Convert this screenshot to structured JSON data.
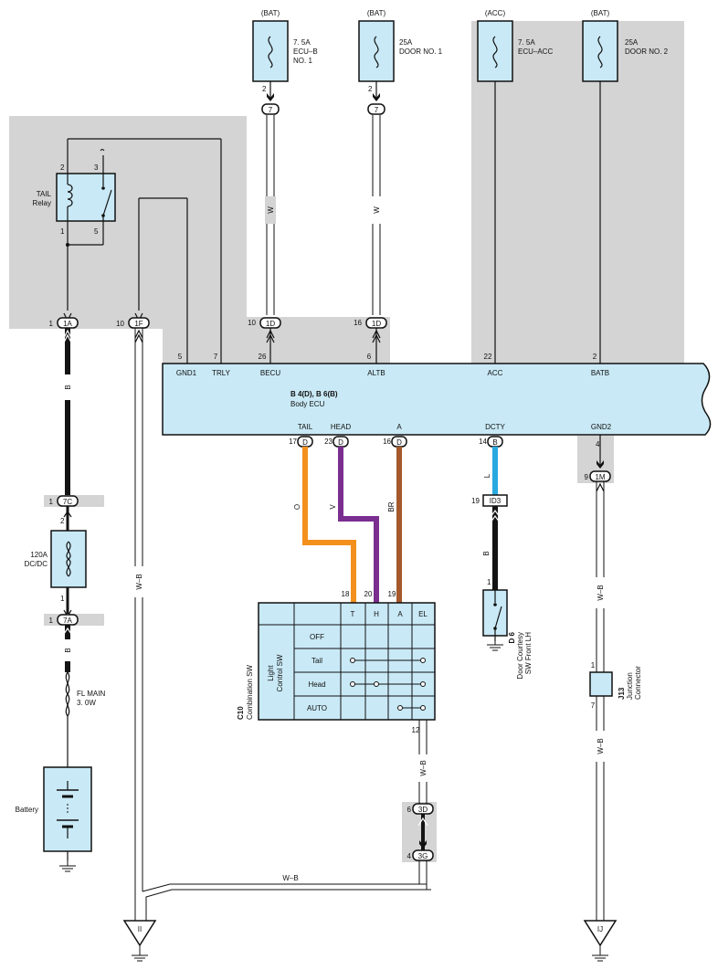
{
  "colors": {
    "shade": "#d4d4d4",
    "part_fill": "#c9e9f6",
    "wire_orange": "#f3901d",
    "wire_violet": "#7a2e8f",
    "wire_brown": "#a4582c",
    "wire_blue": "#29a9e0",
    "wire_black": "#141414"
  },
  "fuses": [
    {
      "source": "(BAT)",
      "rating": "7. 5A",
      "name1": "ECU–B",
      "name2": "NO. 1",
      "pin": "2",
      "connector": "7"
    },
    {
      "source": "(BAT)",
      "rating": "25A",
      "name1": "DOOR NO. 1",
      "name2": "",
      "pin": "2",
      "connector": "7"
    },
    {
      "source": "(ACC)",
      "rating": "7. 5A",
      "name1": "ECU–ACC",
      "name2": ""
    },
    {
      "source": "(BAT)",
      "rating": "25A",
      "name1": "DOOR NO. 2",
      "name2": ""
    }
  ],
  "wire_colors": {
    "fuse1": "W",
    "fuse2": "W",
    "battery_main": "B",
    "main_lower": "B",
    "ground_1f": "W–B",
    "tail": "O",
    "head": "V",
    "a": "BR",
    "dcty": "L",
    "door_sw": "B",
    "gnd2": "W–B",
    "j13_lower": "W–B",
    "combo_out": "W–B",
    "bottom": "W–B"
  },
  "relay": {
    "name1": "TAIL",
    "name2": "Relay",
    "pins": [
      "2",
      "3",
      "1",
      "5"
    ]
  },
  "junctions": {
    "j1a": {
      "pin": "1",
      "label": "1A"
    },
    "j1f": {
      "pin": "10",
      "label": "1F"
    },
    "j1d_a": {
      "pin": "10",
      "label": "1D"
    },
    "j1d_b": {
      "pin": "16",
      "label": "1D"
    },
    "j7c": {
      "pin": "1",
      "label": "7C"
    },
    "j7a": {
      "pin": "1",
      "label": "7A"
    },
    "j1m": {
      "pin": "9",
      "label": "1M"
    },
    "j3d": {
      "pin": "6",
      "label": "3D"
    },
    "j3g": {
      "pin": "4",
      "label": "3G"
    },
    "id3": {
      "pin": "19",
      "label": "ID3"
    }
  },
  "ecu": {
    "code": "B 4(D), B 6(B)",
    "name": "Body ECU",
    "top_pins": [
      {
        "num": "5",
        "name": "GND1"
      },
      {
        "num": "7",
        "name": "TRLY"
      },
      {
        "num": "26",
        "name": "BECU"
      },
      {
        "num": "6",
        "name": "ALTB"
      },
      {
        "num": "22",
        "name": "ACC"
      },
      {
        "num": "2",
        "name": "BATB"
      }
    ],
    "bottom_pins": [
      {
        "name": "TAIL",
        "num": "17",
        "conn": "D"
      },
      {
        "name": "HEAD",
        "num": "23",
        "conn": "D"
      },
      {
        "name": "A",
        "num": "16",
        "conn": "D"
      },
      {
        "name": "DCTY",
        "num": "14",
        "conn": "B"
      },
      {
        "name": "GND2",
        "num": "4",
        "conn": ""
      }
    ]
  },
  "dcdc": {
    "rating": "120A",
    "name": "DC/DC",
    "pin_top": "2",
    "pin_bottom": "1"
  },
  "fl_main": {
    "name": "FL MAIN",
    "rating": "3. 0W"
  },
  "battery": {
    "name": "Battery"
  },
  "combo_sw": {
    "code": "C10",
    "name": "Combination SW",
    "sub1": "Light",
    "sub2": "Control SW",
    "pins": [
      "18",
      "20",
      "19"
    ],
    "out_pin": "12",
    "columns": [
      "T",
      "H",
      "A",
      "EL"
    ],
    "rows": [
      "OFF",
      "Tail",
      "Head",
      "AUTO"
    ]
  },
  "door_sw": {
    "code": "D 6",
    "name1": "Door Courtesy",
    "name2": "SW Front LH",
    "pin": "1"
  },
  "j13": {
    "code": "J13",
    "name1": "Junction",
    "name2": "Connector",
    "pin_top": "1",
    "pin_bottom": "7"
  },
  "grounds": [
    "II",
    "IJ"
  ]
}
